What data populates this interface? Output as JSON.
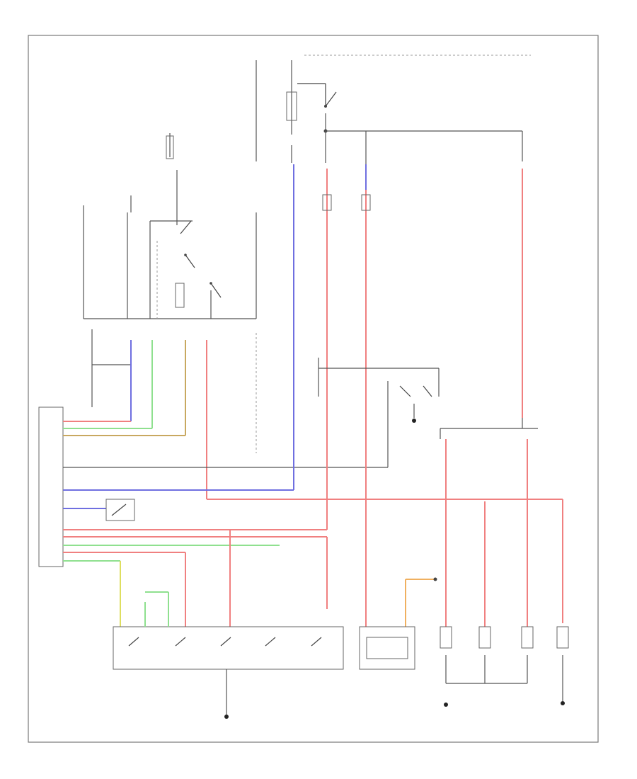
{
  "diagram": {
    "footer_code": "",
    "colors": {
      "red": "#f08080",
      "blue": "#6f6fe0",
      "green": "#8fe08f",
      "yellow": "#dede60",
      "tan": "#c8a860",
      "orange": "#f0b060",
      "black": "#555555"
    },
    "components": [
      {
        "id": "battery-fuse-block",
        "label": ""
      },
      {
        "id": "ignition-switch",
        "label": ""
      },
      {
        "id": "fuse-relay-box",
        "label": ""
      },
      {
        "id": "body-control-module",
        "label": ""
      },
      {
        "id": "door-lock-switch-driver",
        "label": ""
      },
      {
        "id": "door-lock-actuator-driver",
        "label": ""
      },
      {
        "id": "door-lock-actuator-passenger",
        "label": ""
      },
      {
        "id": "rear-door-lock-actuators",
        "label": ""
      },
      {
        "id": "ground-points",
        "label": ""
      }
    ]
  }
}
